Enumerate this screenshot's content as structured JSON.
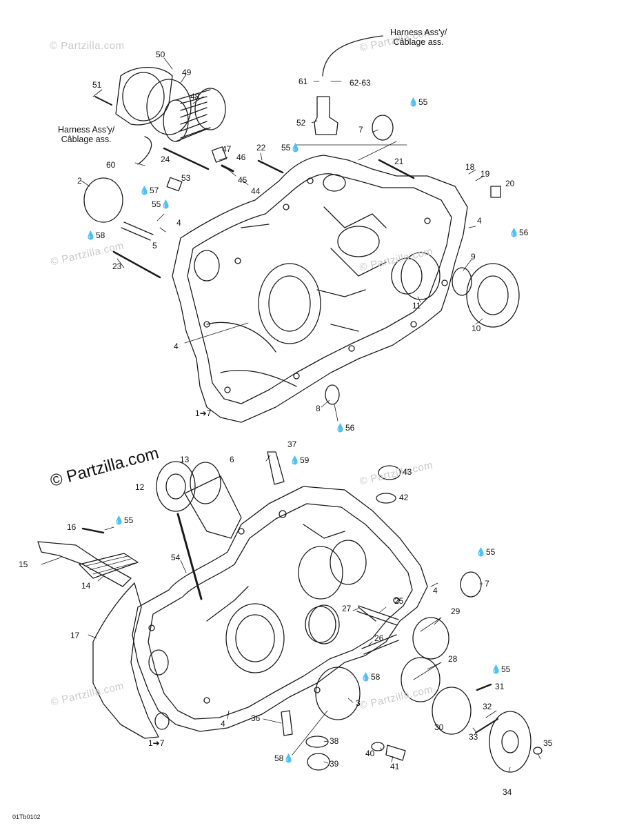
{
  "watermark_text": "© Partzilla.com",
  "figure_code": "01Tb0102",
  "harness": {
    "line1": "Harness Ass'y/",
    "line2": "Câblage ass."
  },
  "top_labels": {
    "n50": "50",
    "n49": "49",
    "n48": "48",
    "n51": "51",
    "n47": "47",
    "n46": "46",
    "n45": "45",
    "n44": "44",
    "n22": "22",
    "n24": "24",
    "n60": "60",
    "n53": "53",
    "n2": "2",
    "n57": "57",
    "n55a": "55",
    "n58": "58",
    "n4a": "4",
    "n5": "5",
    "n23": "23",
    "n4b": "4",
    "n61": "61",
    "n6263": "62-63",
    "n52": "52",
    "n55b": "55",
    "n55c": "55",
    "n7": "7",
    "n21": "21",
    "n18": "18",
    "n19": "19",
    "n20": "20",
    "n4c": "4",
    "n56a": "56",
    "n9": "9",
    "n11": "11",
    "n10": "10",
    "n8": "8",
    "n56b": "56",
    "n17": "1➔7"
  },
  "bottom_labels": {
    "n13": "13",
    "n6": "6",
    "n37": "37",
    "n59": "59",
    "n12": "12",
    "n43": "43",
    "n42": "42",
    "n16": "16",
    "n55a": "55",
    "n54": "54",
    "n15": "15",
    "n14": "14",
    "n55b": "55",
    "n4a": "4",
    "n7": "7",
    "n17": "17",
    "n27": "27",
    "n25": "25",
    "n29": "29",
    "n26": "26",
    "n28": "28",
    "n58a": "58",
    "n55c": "55",
    "n3": "3",
    "n31": "31",
    "n32": "32",
    "n30": "30",
    "n33": "33",
    "n4b": "4",
    "n36": "36",
    "n38": "38",
    "n40": "40",
    "n35": "35",
    "n58b": "58",
    "n39": "39",
    "n41": "41",
    "n34": "34",
    "n17b": "1➔7"
  }
}
